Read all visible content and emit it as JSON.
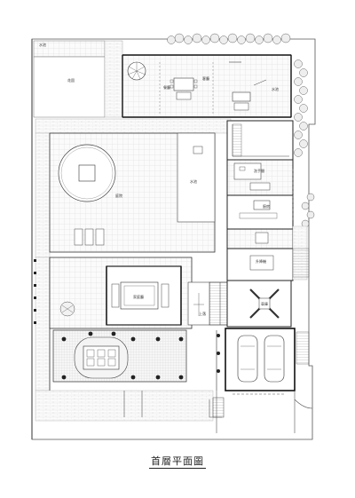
{
  "caption": "首層平面圖",
  "labels": {
    "water_top_left": "水池",
    "garden_top_left": "花園",
    "dining": "餐廳",
    "living_top": "客廳",
    "water_right_top": "水池",
    "courtyard": "庭院",
    "pool_mid": "水池",
    "kitchen": "廚房",
    "family_room": "家庭廳",
    "bathroom": "洗手間",
    "garage": "車庫",
    "stair_up": "上落",
    "lift": "升降機"
  }
}
